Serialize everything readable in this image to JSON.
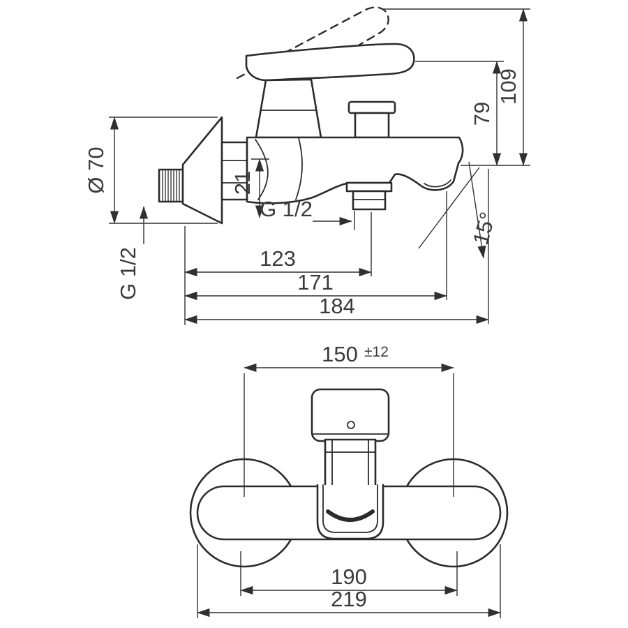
{
  "drawing": {
    "background_color": "#ffffff",
    "line_color": "#2b2b2b",
    "text_color": "#3a3a3a"
  },
  "side_view": {
    "dims": {
      "overall_height": "109",
      "spout_to_top_height": "79",
      "escutcheon_diameter": "Ø 70",
      "wall_connection_thread": "G 1/2",
      "shower_outlet_thread": "G 1/2",
      "offset_21": "21",
      "spout_angle": "15°",
      "wall_to_outlet": "123",
      "wall_to_spout_tip": "171",
      "overall_projection": "184"
    }
  },
  "front_view": {
    "dims": {
      "connection_spacing": "150",
      "connection_spacing_tolerance": "±12",
      "escutcheon_center_distance": "190",
      "overall_width": "219"
    }
  }
}
